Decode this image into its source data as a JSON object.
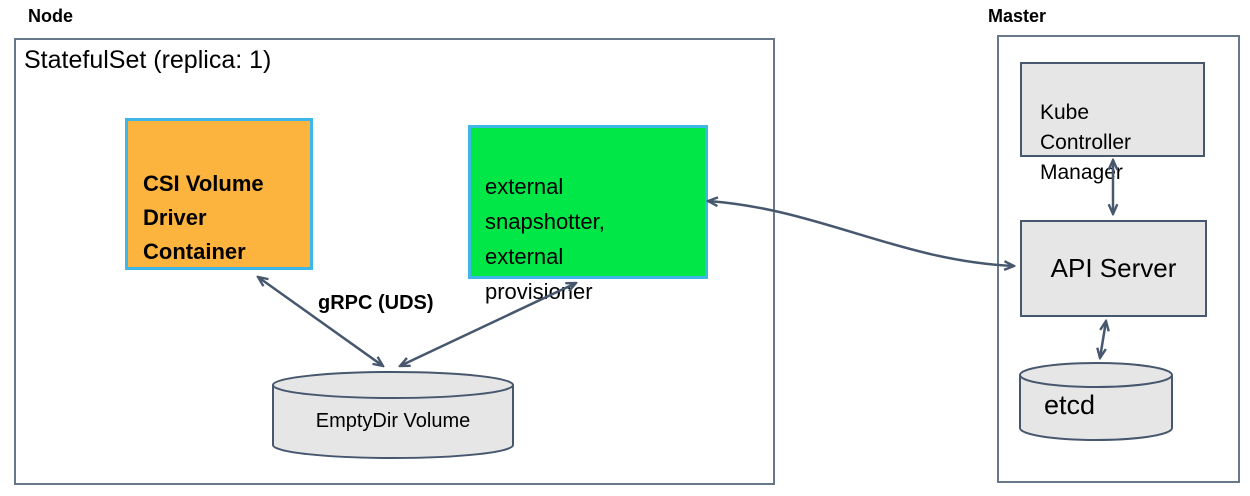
{
  "node": {
    "label": "Node",
    "statefulset_title": "StatefulSet (replica: 1)",
    "csi_driver_container": "CSI Volume\nDriver\nContainer",
    "sidecar_containers": "external\nsnapshotter,\nexternal\nprovisioner",
    "grpc_label": "gRPC (UDS)",
    "emptydir_label": "EmptyDir Volume"
  },
  "master": {
    "label": "Master",
    "kube_controller_manager": "Kube\nController\nManager",
    "api_server": "API Server",
    "etcd": "etcd"
  },
  "connections": [
    {
      "from": "CSI Volume Driver Container",
      "to": "EmptyDir Volume",
      "bidirectional": true,
      "label": "gRPC (UDS)"
    },
    {
      "from": "external snapshotter, external provisioner",
      "to": "EmptyDir Volume",
      "bidirectional": true,
      "label": "gRPC (UDS)"
    },
    {
      "from": "external snapshotter, external provisioner",
      "to": "API Server",
      "bidirectional": true
    },
    {
      "from": "Kube Controller Manager",
      "to": "API Server",
      "bidirectional": true
    },
    {
      "from": "API Server",
      "to": "etcd",
      "bidirectional": true
    }
  ],
  "colors": {
    "csi_box_fill": "#fcb43e",
    "sidecar_box_fill": "#00e747",
    "container_border": "#3eb7e8",
    "gray_fill": "#e6e6e6",
    "line_color": "#47586e"
  }
}
